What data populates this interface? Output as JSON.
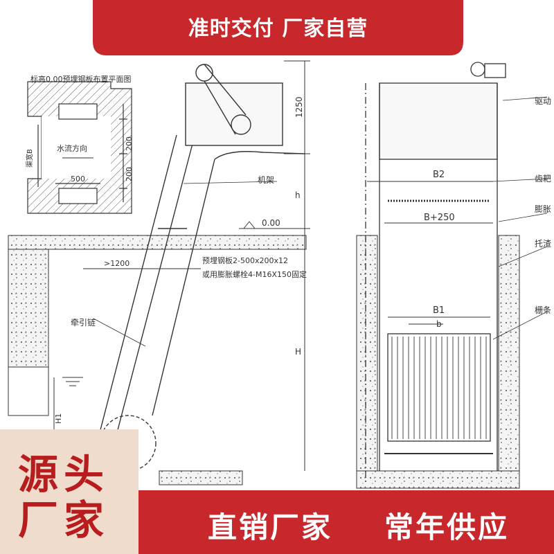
{
  "banner_top": {
    "text": "准时交付 厂家自营",
    "color": "#c8282c"
  },
  "badge": {
    "line1": "源头",
    "line2": "厂家",
    "color": "#b81c1c"
  },
  "banner_bottom": {
    "left": "直销厂家",
    "right": "常年供应",
    "color": "#c8282c"
  },
  "drawing": {
    "plan_title": "标高0.00预埋钢板布置平面图",
    "flow_direction": "水流方向",
    "channel_width": "渠宽B",
    "dim_200a": "200",
    "dim_200b": "200",
    "dim_500": "500",
    "dim_1250": "1250",
    "dim_h": "h",
    "dim_H": "H",
    "dim_H1": "H1",
    "frame_label": "机架",
    "elevation": "0.00",
    "dim_1200": ">1200",
    "embed_line1": "预埋钢板2-500x200x12",
    "embed_line2": "或用膨胀螺栓4-M16X150固定",
    "chain_label": "牵引链",
    "B2": "B2",
    "B250": "B+250",
    "B1": "B1",
    "b": "b",
    "right_labels": [
      "驱动",
      "齿耙",
      "膨胀",
      "托渣",
      "栅条"
    ]
  }
}
